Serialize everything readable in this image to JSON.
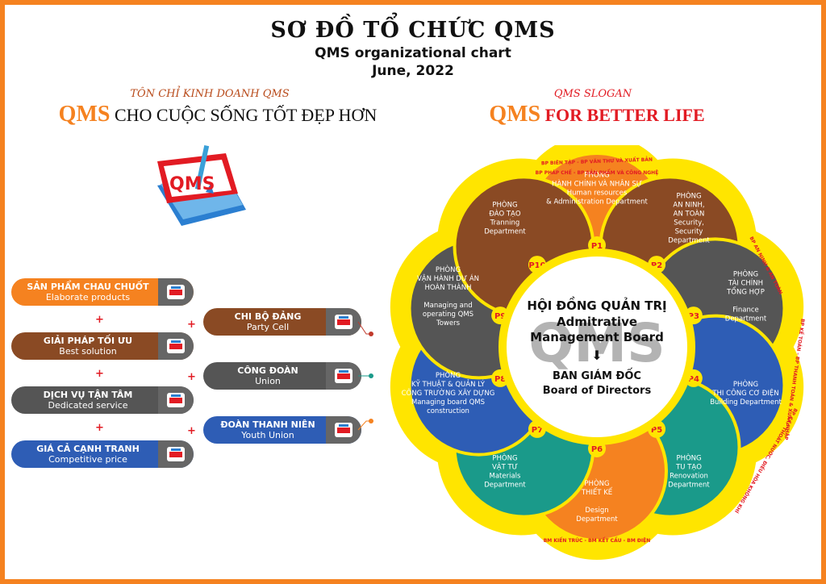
{
  "header": {
    "title_vn": "SƠ ĐỒ TỔ CHỨC QMS",
    "title_en": "QMS organizational chart",
    "date": "June, 2022"
  },
  "left_slogan": {
    "subtitle": "TÔN CHỈ KINH DOANH QMS",
    "brand": "QMS",
    "text": " CHO CUỘC SỐNG TỐT ĐẸP HƠN"
  },
  "right_slogan": {
    "subtitle": "QMS SLOGAN",
    "brand": "QMS",
    "text": " FOR BETTER LIFE"
  },
  "logo": {
    "text": "QMS",
    "icon": "qms-book-pen-logo"
  },
  "values": [
    {
      "vn": "SẢN PHẨM CHAU CHUỐT",
      "en": "Elaborate products",
      "color": "#f58220"
    },
    {
      "vn": "GIẢI PHÁP TỐI ƯU",
      "en": "Best solution",
      "color": "#8a4a24"
    },
    {
      "vn": "DỊCH VỤ TẬN TÂM",
      "en": "Dedicated service",
      "color": "#555555"
    },
    {
      "vn": "GIÁ CẢ CẠNH TRANH",
      "en": "Competitive price",
      "color": "#2e5db5"
    }
  ],
  "groups": [
    {
      "vn": "CHI BỘ ĐẢNG",
      "en": "Party Cell",
      "color": "#8a4a24",
      "dot": "#c0392b"
    },
    {
      "vn": "CÔNG ĐOÀN",
      "en": "Union",
      "color": "#555555",
      "dot": "#1a9a8a"
    },
    {
      "vn": "ĐOÀN THANH NIÊN",
      "en": "Youth Union",
      "color": "#2e5db5",
      "dot": "#f58220"
    }
  ],
  "plus": "+",
  "center": {
    "board_vn": "HỘI ĐỒNG QUẢN TRỊ",
    "board_en1": "Admitrative",
    "board_en2": "Management Board",
    "watermark": "QMS",
    "arrow": "⬇",
    "directors_vn": "BAN GIÁM ĐỐC",
    "directors_en": "Board of Directors"
  },
  "departments": [
    {
      "id": "P1",
      "color": "#f58220",
      "lines": [
        "PHÒNG",
        "HÀNH CHÍNH VÀ NHÂN SỰ",
        "Human resources",
        "& Administration Department"
      ]
    },
    {
      "id": "P2",
      "color": "#8a4a24",
      "lines": [
        "PHÒNG",
        "AN NINH,",
        "AN TOÀN",
        "Security,",
        "Security",
        "Department"
      ]
    },
    {
      "id": "P3",
      "color": "#555555",
      "lines": [
        "PHÒNG",
        "TÀI CHÍNH",
        "TỔNG HỢP",
        "",
        "Finance",
        "Department"
      ]
    },
    {
      "id": "P4",
      "color": "#2e5db5",
      "lines": [
        "PHÒNG",
        "THI CÔNG CƠ ĐIỆN",
        "Building Department"
      ]
    },
    {
      "id": "P5",
      "color": "#1a9a8a",
      "lines": [
        "PHÒNG",
        "TU TẠO",
        "Renovation",
        "Department"
      ]
    },
    {
      "id": "P6",
      "color": "#f58220",
      "lines": [
        "PHÒNG",
        "THIẾT KẾ",
        "",
        "Design",
        "Department"
      ]
    },
    {
      "id": "P7",
      "color": "#1a9a8a",
      "lines": [
        "PHÒNG",
        "VẬT TƯ",
        "Materials",
        "Department"
      ]
    },
    {
      "id": "P8",
      "color": "#2e5db5",
      "lines": [
        "PHÒNG",
        "KỸ THUẬT & QUẢN LÝ",
        "CÔNG TRƯỜNG XÂY DỰNG",
        "Managing board QMS",
        "construction"
      ]
    },
    {
      "id": "P9",
      "color": "#555555",
      "lines": [
        "PHÒNG",
        "VẬN HÀNH DỰ ÁN",
        "HOÀN THÀNH",
        "",
        "Managing and",
        "operating QMS",
        "Towers"
      ]
    },
    {
      "id": "P10",
      "color": "#8a4a24",
      "lines": [
        "PHÒNG",
        "ĐÀO TẠO",
        "Tranning",
        "Department"
      ]
    }
  ],
  "ring_texts": [
    "BP BIÊN TẬP - BP VĂN THƯ VÀ XUẤT BẢN",
    "BP PHÁP CHẾ - BP SẢN PHẨM VÀ CÔNG NGHỆ",
    "BP AN NINH & AN TOÀN",
    "BP KẾ TOÁN - BP THANH TOÁN & XUẤT NHẬP",
    "BP CẤP THOÁT NƯỚC, ĐIỀU HÒA KHÔNG KHÍ",
    "BM KIẾN TRÚC - BM KẾT CẤU - BM ĐIỆN"
  ],
  "colors": {
    "yellow": "#ffe500",
    "accent": "#f58220",
    "red": "#e21b23"
  }
}
